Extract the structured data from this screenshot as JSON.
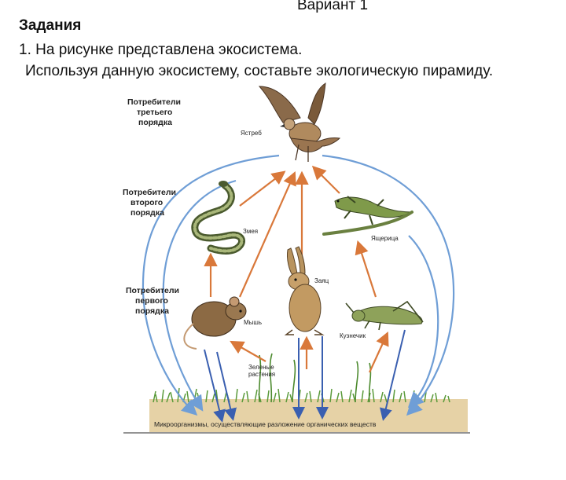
{
  "header": {
    "variant": "Вариант 1",
    "section_title": "Задания",
    "task_line1": "1. На  рисунке представлена экосистема.",
    "task_line2": "Используя данную экосистему, составьте экологическую пирамиду."
  },
  "diagram": {
    "levels": {
      "third": [
        "Потребители",
        "третьего",
        "порядка"
      ],
      "second": [
        "Потребители",
        "второго",
        "порядка"
      ],
      "first": [
        "Потребители",
        "первого",
        "порядка"
      ]
    },
    "organisms": {
      "hawk": "Ястреб",
      "snake": "Змея",
      "lizard": "Ящерица",
      "hare": "Заяц",
      "mouse": "Мышь",
      "grasshopper": "Кузнечик",
      "plants": [
        "Зеленые",
        "растения"
      ]
    },
    "ground_label": "Микроорганизмы, осуществляющие  разложение органических веществ",
    "colors": {
      "food_arrow": "#d9783a",
      "decomp_arrow": "#3a5fb0",
      "cycle_arc": "#6f9ed6",
      "soil": "#e6d2a6",
      "grass": "#5a9a3a"
    }
  }
}
